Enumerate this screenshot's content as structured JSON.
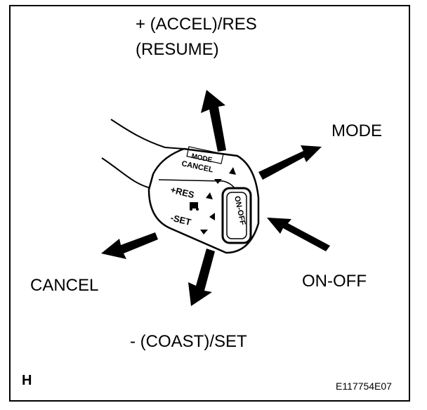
{
  "labels": {
    "accel_res": "+ (ACCEL)/RES",
    "resume": "(RESUME)",
    "mode": "MODE",
    "cancel": "CANCEL",
    "on_off": "ON-OFF",
    "coast_set": "- (COAST)/SET",
    "corner_letter": "H",
    "figure_id": "E117754E07"
  },
  "lever": {
    "mode": "MODE",
    "cancel": "CANCEL",
    "res": "+RES",
    "set": "-SET",
    "on_off": "ON-OFF"
  }
}
